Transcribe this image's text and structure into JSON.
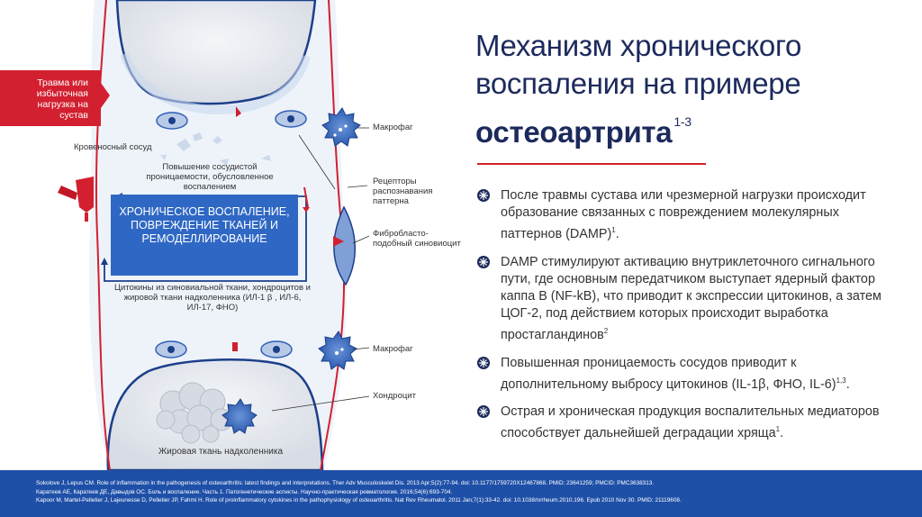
{
  "title": {
    "line1": "Механизм хронического",
    "line2": "воспаления на примере",
    "line3": "остеоартрита",
    "line3_sup": "1-3"
  },
  "bullets": [
    {
      "text": "После травмы сустава или чрезмерной нагрузки происходит образование связанных с повреждением молекулярных паттернов (DAMP)",
      "sup": "1",
      "tail": "."
    },
    {
      "text": "DAMP стимулируют активацию внутриклеточного сигнального пути, где основным передатчиком выступает ядерный фактор каппа В (NF-kB), что приводит к экспрессии цитокинов, а затем ЦОГ-2, под действием которых происходит выработка простагландинов",
      "sup": "2",
      "tail": ""
    },
    {
      "text": "Повышенная проницаемость сосудов приводит к дополнительному выбросу цитокинов (IL-1β, ФНО, IL-6)",
      "sup": "1,3",
      "tail": "."
    },
    {
      "text": "Острая и хроническая продукция воспалительных медиаторов способствует дальнейшей деградации хряща",
      "sup": "1",
      "tail": "."
    }
  ],
  "diagram": {
    "trauma": "Травма или избыточная нагрузка на сустав",
    "vessel": "Кровеносный сосуд",
    "permeability": "Повышение сосудистой проницаемости, обусловленное воспалением",
    "chronic": "ХРОНИЧЕСКОЕ ВОСПАЛЕНИЕ, ПОВРЕЖДЕНИЕ ТКАНЕЙ И РЕМОДЕЛЛИРОВАНИЕ",
    "cytokines": "Цитокины из синовиальной ткани, хондроцитов и жировой ткани надколенника (ИЛ-1 β , ИЛ-6, ИЛ-17, ФНО)",
    "macrophage_top": "Макрофаг",
    "receptors": "Рецепторы распознавания паттерна",
    "fibroblast": "Фибробласто-подобный синовиоцит",
    "macrophage_bottom": "Макрофаг",
    "chondrocyte": "Хондроцит",
    "fat": "Жировая ткань надколенника"
  },
  "references": [
    "Sokolove J, Lepus CM. Role of inflammation in the pathogenesis of osteoarthritis: latest findings and interpretations. Ther Adv Musculoskelet Dis. 2013 Apr;5(2):77-94. doi: 10.1177/1759720X12467868. PMID: 23641259; PMCID: PMC3638313.",
    "Каратеев АЕ, Каратеев ДЕ, Давыдов ОС. Боль и воспаление. Часть 1. Патогенетические аспекты. Научно-практическая ревматология. 2016;54(6):693-704.",
    "Kapoor M, Martel-Pelletier J, Lajeunesse D, Pelletier JP, Fahmi H. Role of proinflammatory cytokines in the pathophysiology of osteoarthritis. Nat Rev Rheumatol. 2011 Jan;7(1):33-42. doi: 10.1038/nrrheum.2010.196. Epub 2010 Nov 30. PMID: 21119608."
  ],
  "colors": {
    "navy": "#1c2a5c",
    "red": "#d22030",
    "blue": "#2f68c4",
    "footer": "#1f50a8"
  }
}
